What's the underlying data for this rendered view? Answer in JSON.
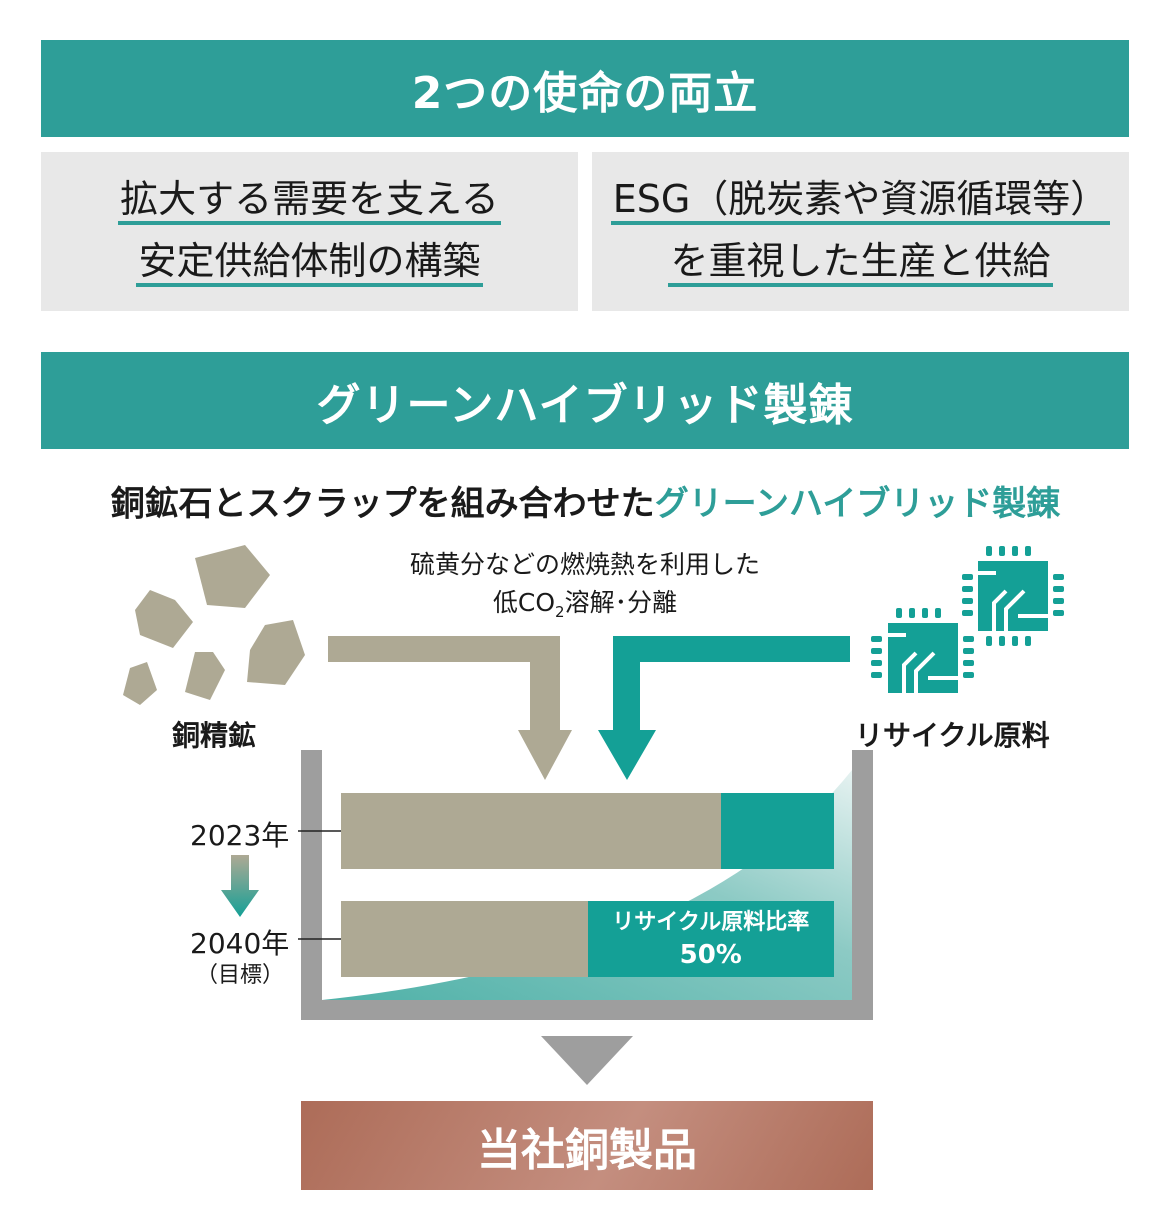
{
  "banner1": {
    "title": "2つの使命の両立"
  },
  "mission_left": {
    "line1": "拡大する需要を支える",
    "line2": "安定供給体制の構築"
  },
  "mission_right": {
    "line1": "ESG（脱炭素や資源循環等）",
    "line2": "を重視した生産と供給"
  },
  "banner2": {
    "title": "グリーンハイブリッド製錬"
  },
  "subtitle": {
    "prefix": "銅鉱石とスクラップを組み合わせた",
    "highlight": "グリーンハイブリッド製錬"
  },
  "caption": {
    "line1": "硫黄分などの燃焼熱を利用した",
    "line2_a": "低CO",
    "line2_sub": "2",
    "line2_b": "溶解･分離"
  },
  "inputs": {
    "left": "銅精鉱",
    "right": "リサイクル原料"
  },
  "years": {
    "y2023": "2023年",
    "y2040": "2040年",
    "target": "（目標）"
  },
  "bars": [
    {
      "year": "2023",
      "recycle_fraction": 0.23
    },
    {
      "year": "2040",
      "recycle_fraction": 0.5,
      "label": "リサイクル原料比率",
      "value": "50%"
    }
  ],
  "output": {
    "label": "当社銅製品"
  },
  "colors": {
    "teal": "#2e9e98",
    "tan": "#aea994",
    "gray": "#9e9e9e",
    "product": "#b57866"
  }
}
